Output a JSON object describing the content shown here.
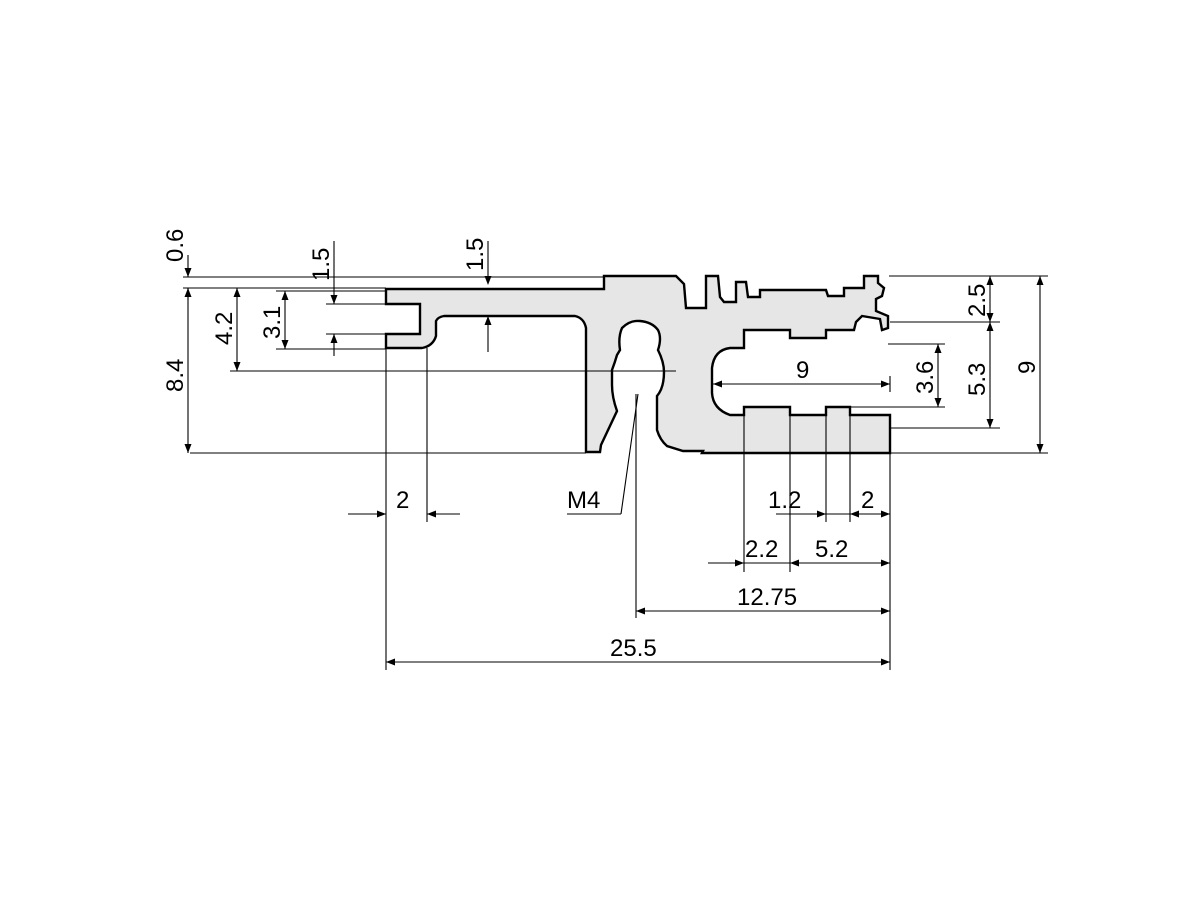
{
  "dimensions": {
    "d_0_6": "0.6",
    "d_1_5_left": "1.5",
    "d_1_5_mid": "1.5",
    "d_4_2": "4.2",
    "d_3_1": "3.1",
    "d_8_4": "8.4",
    "d_2_left": "2",
    "d_m4": "M4",
    "d_9_width": "9",
    "d_2_5": "2.5",
    "d_3_6": "3.6",
    "d_5_3": "5.3",
    "d_9_height": "9",
    "d_1_2": "1.2",
    "d_2_right": "2",
    "d_2_2": "2.2",
    "d_5_2": "5.2",
    "d_12_75": "12.75",
    "d_25_5": "25.5"
  }
}
